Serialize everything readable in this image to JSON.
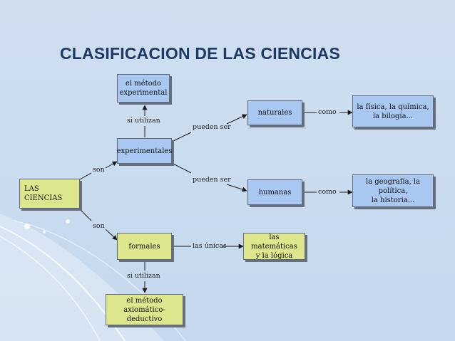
{
  "slide": {
    "title": "CLASIFICACION DE LAS CIENCIAS"
  },
  "nodes": {
    "las_ciencias": "LAS CIENCIAS",
    "experimentales": "experimentales",
    "metodo_experimental": "el método\nexperimental",
    "naturales": "naturales",
    "humanas": "humanas",
    "naturales_ejemplos": "la física, la química,\nla bilogía...",
    "humanas_ejemplos": "la geografía, la política,\nla historia...",
    "formales": "formales",
    "formales_ejemplos": "las matemáticas\ny la lógica",
    "metodo_axiomatico": "el método\naxiomático-deductivo"
  },
  "links": {
    "son_top": "son",
    "son_bottom": "son",
    "si_utilizan_top": "si utilizan",
    "si_utilizan_bottom": "si utilizan",
    "pueden_ser_top": "pueden ser",
    "pueden_ser_bottom": "pueden ser",
    "como_top": "como",
    "como_bottom": "como",
    "las_unicas": "las únicas"
  },
  "colors": {
    "blue_node": "#a8c8f2",
    "yellow_node": "#dde68c",
    "title": "#1f3864",
    "connector": "#1a1a1a"
  }
}
